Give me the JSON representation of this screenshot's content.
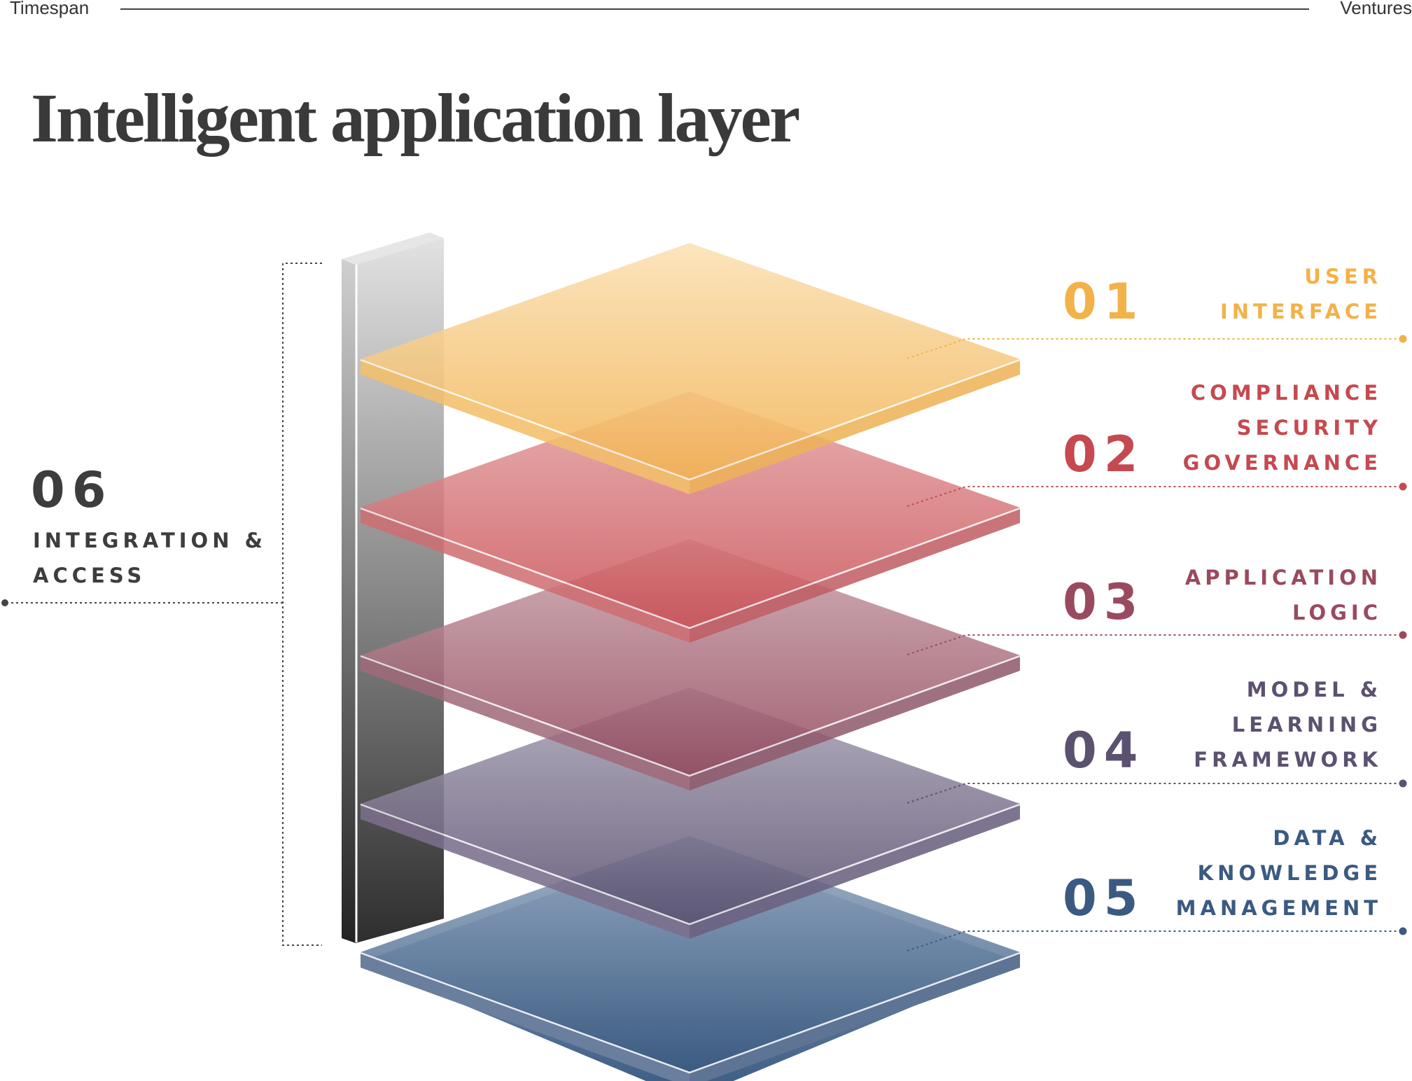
{
  "header": {
    "left_brand": "Timespan",
    "right_brand": "Ventures"
  },
  "title": "Intelligent application layer",
  "colors": {
    "layer_01": "#f2b24a",
    "layer_02": "#c64950",
    "layer_03": "#9a4a5e",
    "layer_04": "#5b5170",
    "layer_05": "#3b5a82",
    "integration": "#3d3d3d"
  },
  "layers": [
    {
      "number": "01",
      "lines": [
        "USER",
        "INTERFACE"
      ]
    },
    {
      "number": "02",
      "lines": [
        "COMPLIANCE",
        "SECURITY",
        "GOVERNANCE"
      ]
    },
    {
      "number": "03",
      "lines": [
        "APPLICATION",
        "LOGIC"
      ]
    },
    {
      "number": "04",
      "lines": [
        "MODEL &",
        "LEARNING",
        "FRAMEWORK"
      ]
    },
    {
      "number": "05",
      "lines": [
        "DATA &",
        "KNOWLEDGE",
        "MANAGEMENT"
      ]
    }
  ],
  "integration": {
    "number": "06",
    "lines": [
      "INTEGRATION &",
      "ACCESS"
    ]
  }
}
